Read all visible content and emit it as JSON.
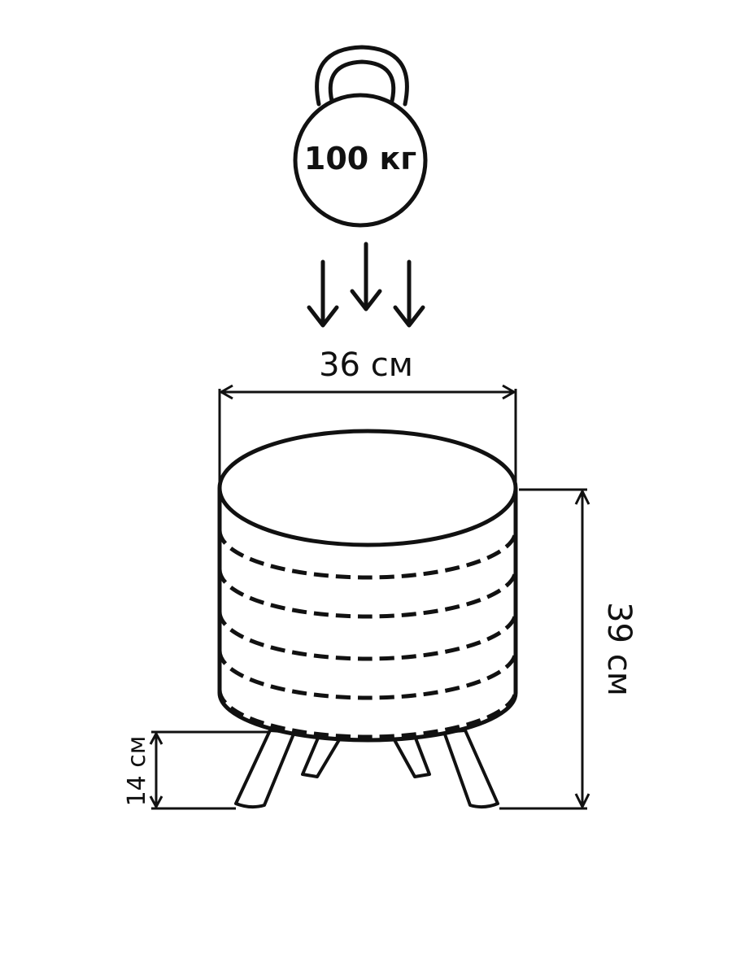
{
  "weight": {
    "label": "100 кг"
  },
  "dimensions": {
    "width": "36 см",
    "height": "39 см",
    "leg_height": "14 см"
  }
}
